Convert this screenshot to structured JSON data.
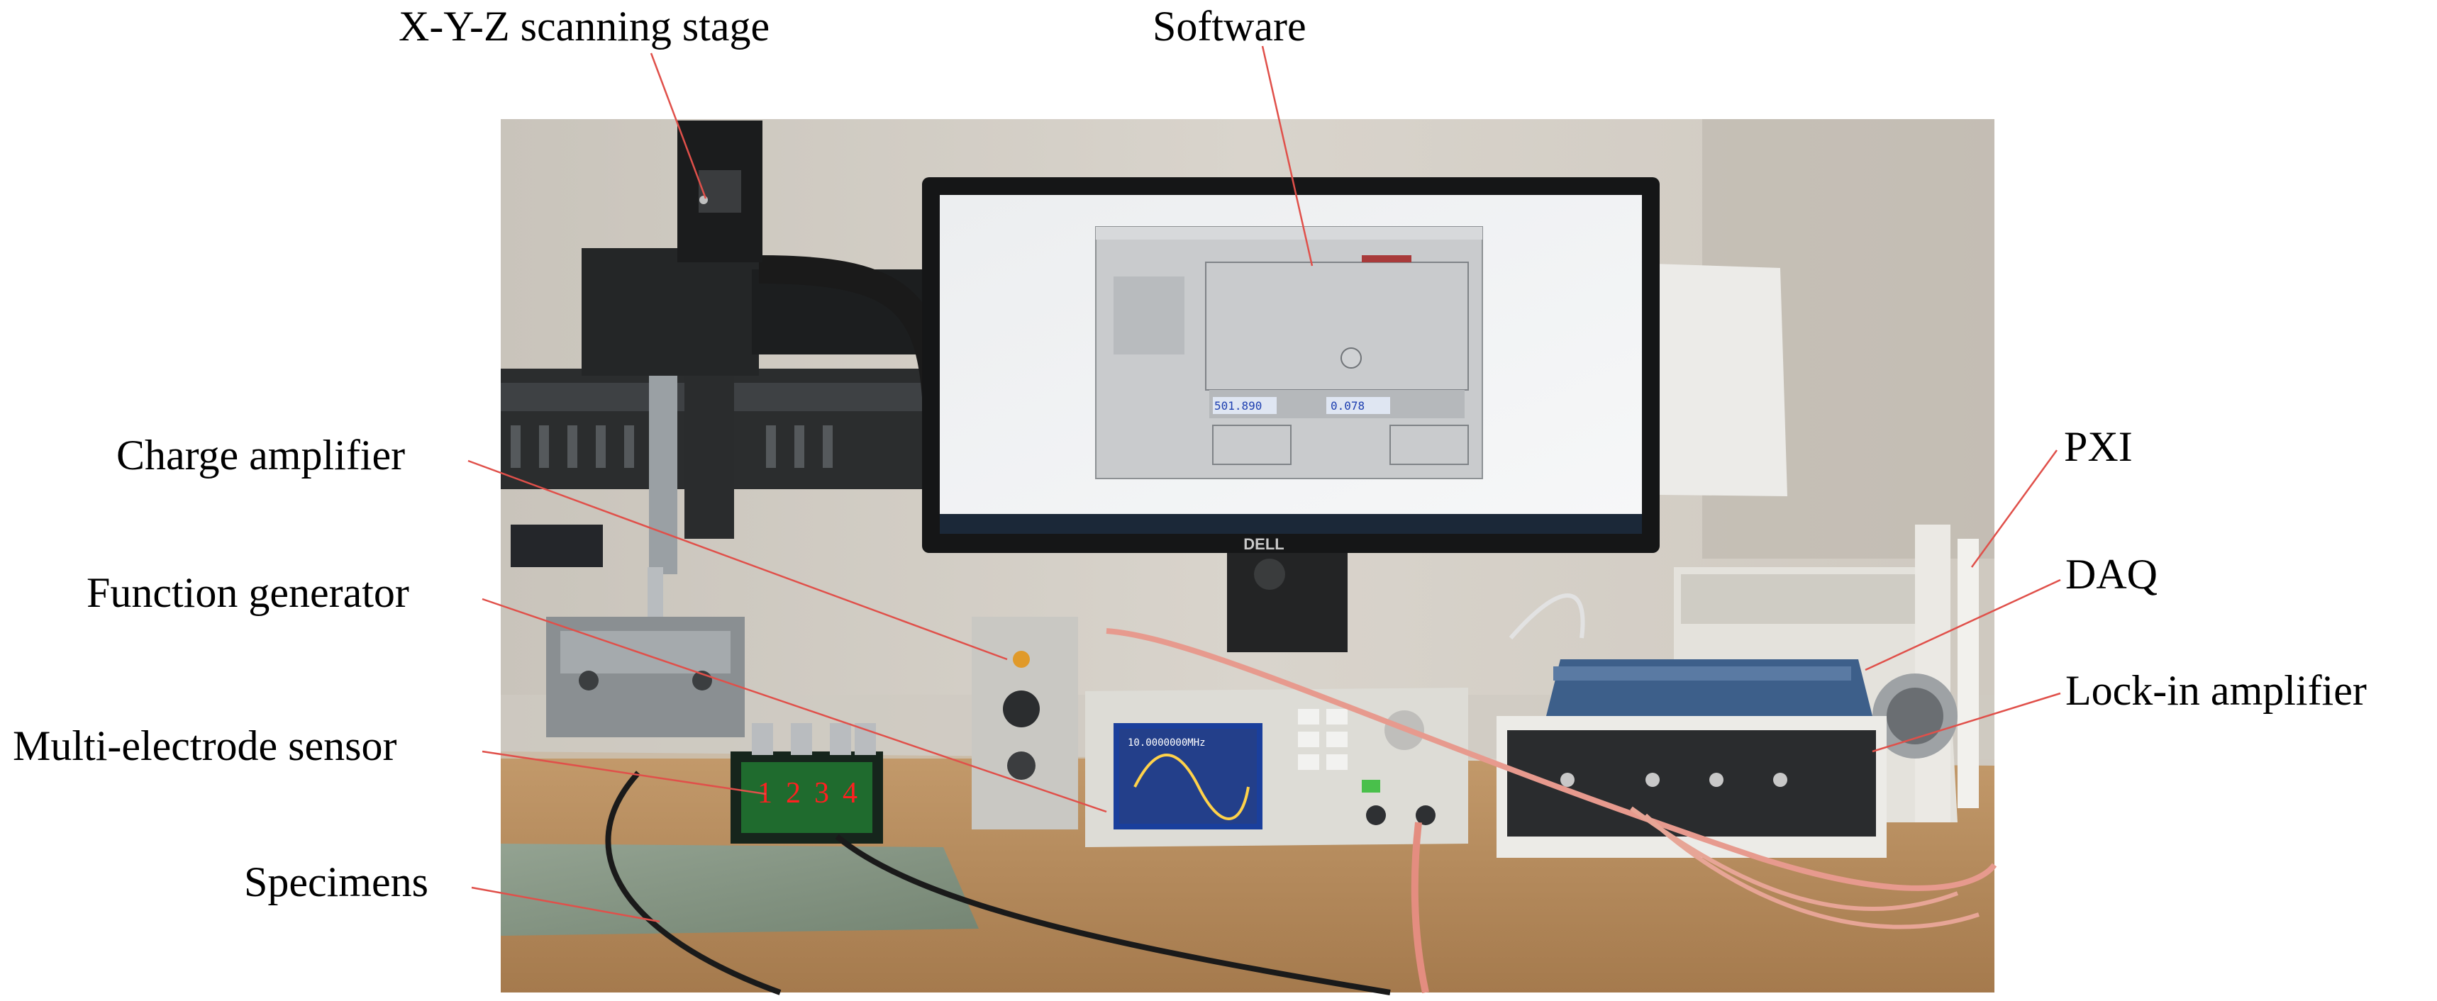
{
  "labels": {
    "xyz_stage": "X-Y-Z scanning stage",
    "software": "Software",
    "charge_amplifier": "Charge amplifier",
    "function_generator": "Function generator",
    "multi_electrode_sensor": "Multi-electrode sensor",
    "specimens": "Specimens",
    "pxi": "PXI",
    "daq": "DAQ",
    "lockin_amplifier": "Lock-in amplifier"
  },
  "sensor_electrodes": [
    "1",
    "2",
    "3",
    "4"
  ],
  "monitor_brand": "DELL",
  "screen_readouts": [
    "501.890",
    "0.078"
  ],
  "function_generator_readout": "10.0000000MHz",
  "colors": {
    "leader_line": "#e0504a",
    "electrode_numbers": "#ff2020"
  }
}
